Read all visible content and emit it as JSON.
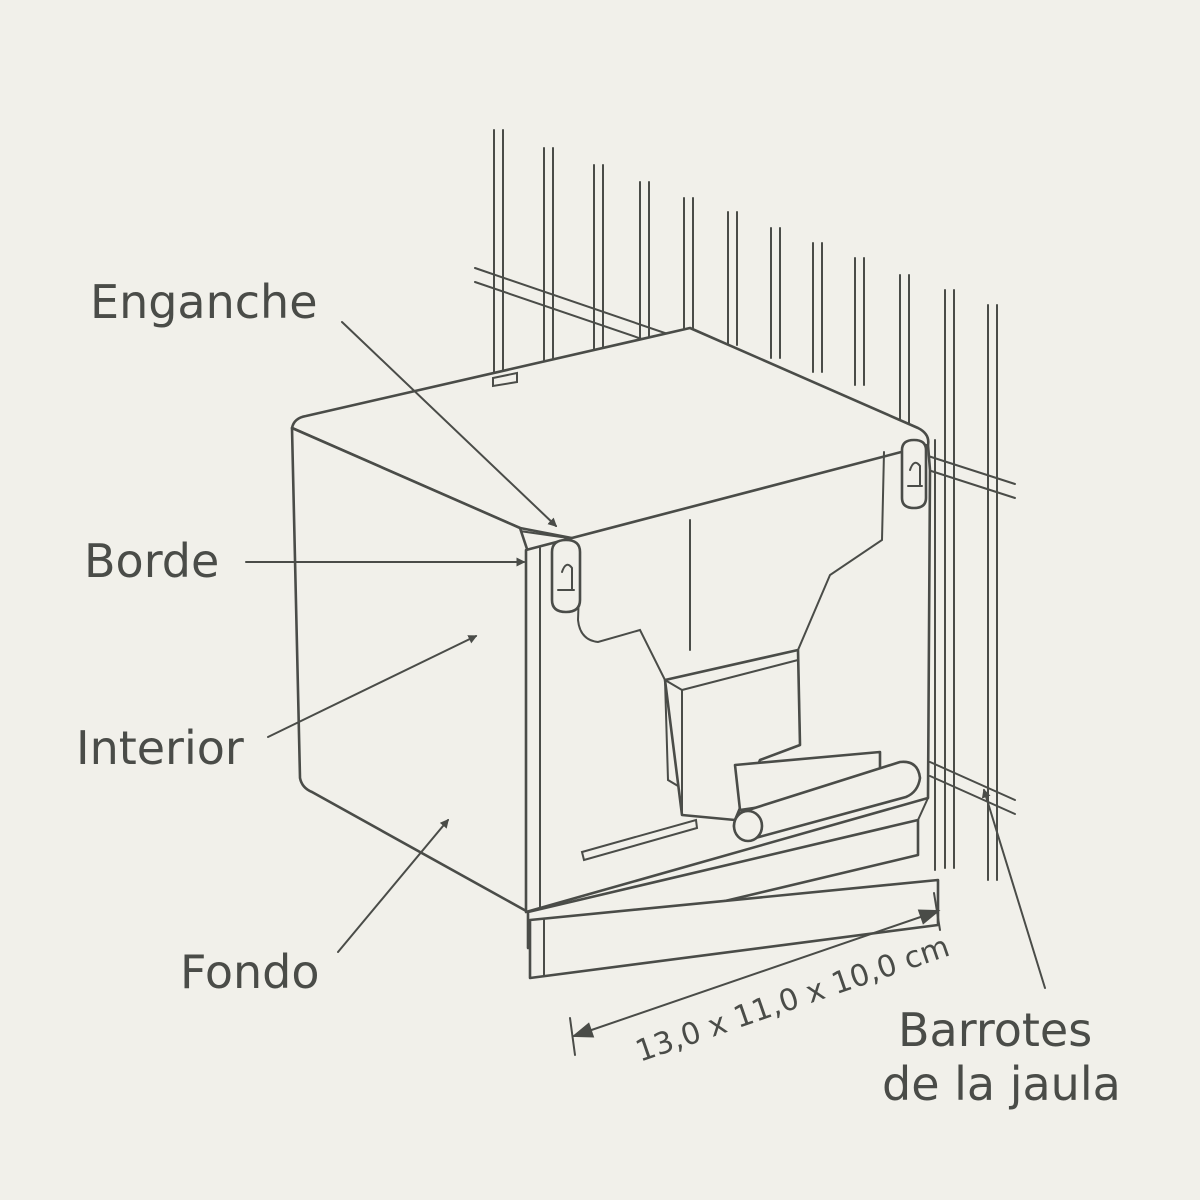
{
  "labels": {
    "enganche": "Enganche",
    "borde": "Borde",
    "interior": "Interior",
    "fondo": "Fondo",
    "barrotes_line1": "Barrotes",
    "barrotes_line2": "de la jaula"
  },
  "dimension": "13,0 x 11,0 x 10,0 cm",
  "colors": {
    "background": "#f1f0ea",
    "line": "#4a4c48"
  }
}
